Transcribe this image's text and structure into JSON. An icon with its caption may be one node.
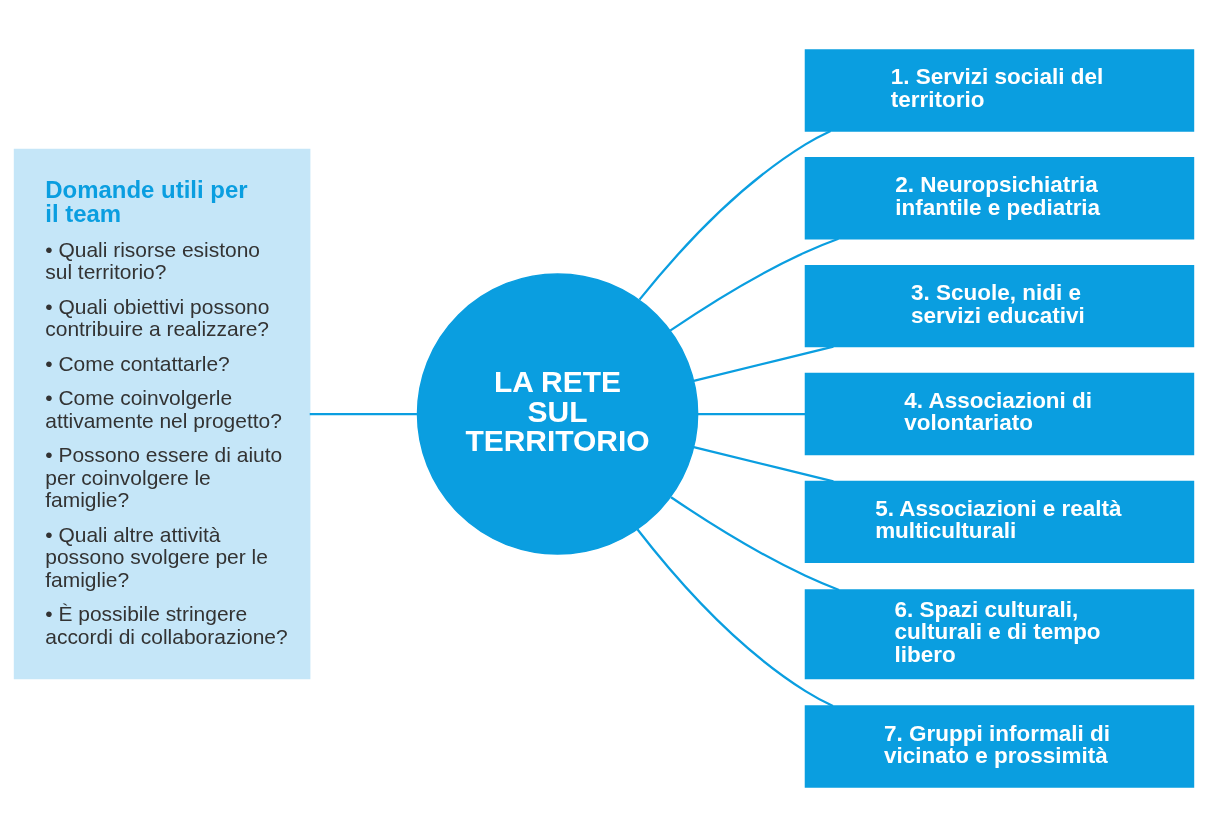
{
  "diagram": {
    "nodes": [
      {
        "text": [
          "Domande utili per il team",
          "• Quali risorse esistono sul territorio?",
          "• Quali obiettivi possono contribuire a realizzare?",
          "• Come contattarle?",
          "• Come coinvolgerle attivamente nel progetto?",
          "• Possono essere di aiuto per coinvolgere le famiglie?",
          "• Quali altre attività possono svolgere per le famiglie?",
          "• È possibile stringere accordi di collaborazione?"
        ]
      },
      {
        "text": [
          "LA RETE SUL TERRITORIO"
        ]
      },
      {
        "text": [
          "1. Servizi sociali del territorio"
        ]
      },
      {
        "text": [
          "2. Neuropsichiatria infantile e pediatria"
        ]
      },
      {
        "text": [
          "3. Scuole, nidi e servizi educativi"
        ]
      },
      {
        "text": [
          "4. Associazioni di volontariato"
        ]
      },
      {
        "text": [
          "5. Associazioni e realtà multiculturali"
        ]
      },
      {
        "text": [
          "6. Spazi culturali, culturali e di tempo libero"
        ]
      },
      {
        "text": [
          "7. Gruppi informali di vicinato e prossimità"
        ]
      }
    ],
    "edges": [
      {
        "from": 0,
        "to": 1,
        "arrow": "none"
      },
      {
        "from": 1,
        "to": 2,
        "arrow": "none"
      },
      {
        "from": 1,
        "to": 3,
        "arrow": "none"
      },
      {
        "from": 1,
        "to": 4,
        "arrow": "none"
      },
      {
        "from": 1,
        "to": 5,
        "arrow": "none"
      },
      {
        "from": 1,
        "to": 6,
        "arrow": "none"
      },
      {
        "from": 1,
        "to": 7,
        "arrow": "none"
      },
      {
        "from": 1,
        "to": 8,
        "arrow": "none"
      }
    ]
  }
}
